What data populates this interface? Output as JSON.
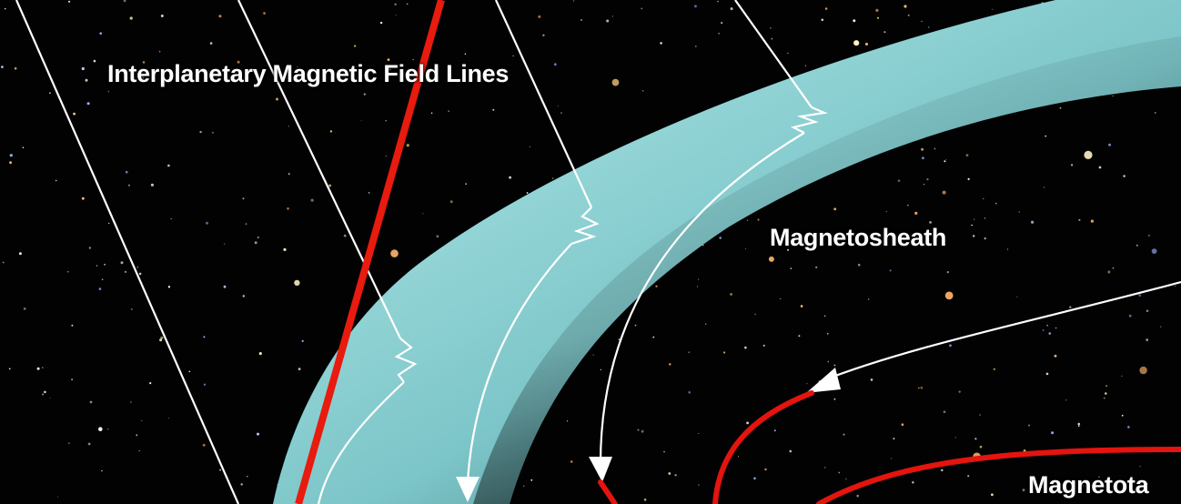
{
  "labels": {
    "imf": "Interplanetary Magnetic Field Lines",
    "magnetosheath": "Magnetosheath",
    "magnetotail": "Magnetota"
  },
  "colors": {
    "background": "#020203",
    "bow_shock": "#8fd3d3",
    "field_line": "#ffffff",
    "magnetosphere_line": "#e4140e"
  }
}
